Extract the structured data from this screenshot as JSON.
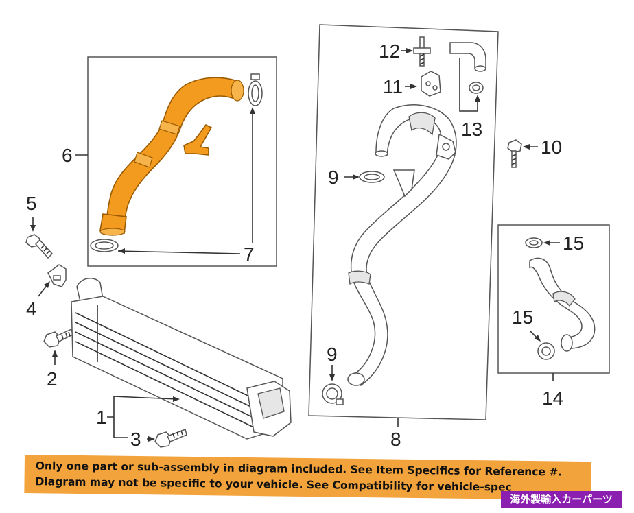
{
  "callouts": {
    "c1": "1",
    "c2": "2",
    "c3": "3",
    "c4": "4",
    "c5": "5",
    "c6": "6",
    "c7": "7",
    "c8": "8",
    "c9a": "9",
    "c9b": "9",
    "c10": "10",
    "c11": "11",
    "c12": "12",
    "c13": "13",
    "c14": "14",
    "c15a": "15",
    "c15b": "15"
  },
  "banner": {
    "line1": "Only one part or sub-assembly in diagram included. See Item Specifics for Reference #.",
    "line2": "Diagram may not be specific to your vehicle. See Compatibility for vehicle-spec"
  },
  "store_tag": "海外製輸入カーパーツ",
  "colors": {
    "highlight_part": "#f29b1f",
    "banner": "#f2a33c",
    "store_tag": "#8a1fb0"
  }
}
